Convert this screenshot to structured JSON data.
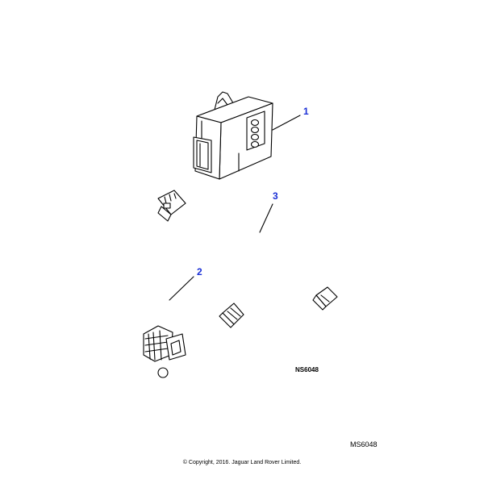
{
  "callouts": [
    {
      "label": "1",
      "color": "#1a2fd6"
    },
    {
      "label": "2",
      "color": "#1a2fd6"
    },
    {
      "label": "3",
      "color": "#1a2fd6"
    }
  ],
  "parts": [
    {
      "callout": "1",
      "icon": "control-module-icon"
    },
    {
      "callout": "2",
      "icon": "socket-harness-icon"
    },
    {
      "callout": "3",
      "icon": "link-harness-icon"
    }
  ],
  "diagram_ref": "NS6048",
  "sheet_code": "MS6048",
  "copyright": "© Copyright, 2016. Jaguar Land Rover Limited."
}
